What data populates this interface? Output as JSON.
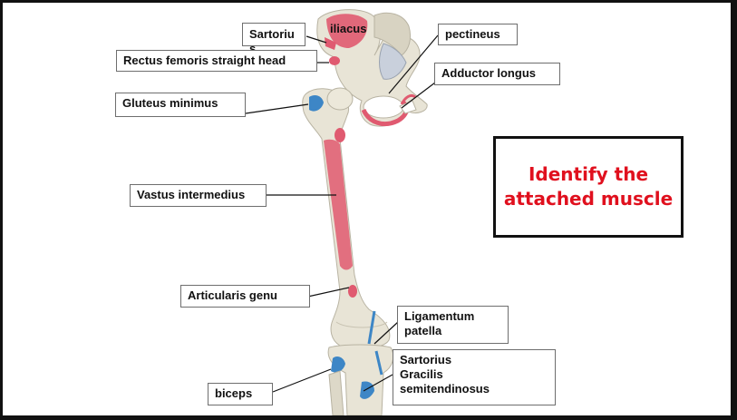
{
  "labels": {
    "sartorius_top": "Sartoriu\ns",
    "iliacus": "iliacus",
    "pectineus": "pectineus",
    "rectus_femoris": "Rectus femoris straight head",
    "adductor_longus": "Adductor longus",
    "gluteus_minimus": "Gluteus minimus",
    "vastus_intermedius": "Vastus intermedius",
    "articularis_genu": "Articularis genu",
    "ligamentum_patella": "Ligamentum\npatella",
    "biceps": "biceps",
    "sartorius_group": "Sartorius\nGracilis\nsemitendinosus"
  },
  "callout": {
    "text": "Identify the\nattached muscle",
    "color": "#e0101e"
  },
  "colors": {
    "bone": "#e8e4d6",
    "bone_shadow": "#c8c3b2",
    "origin_marking": "#e05a70",
    "insertion_marking": "#3d86c6"
  }
}
